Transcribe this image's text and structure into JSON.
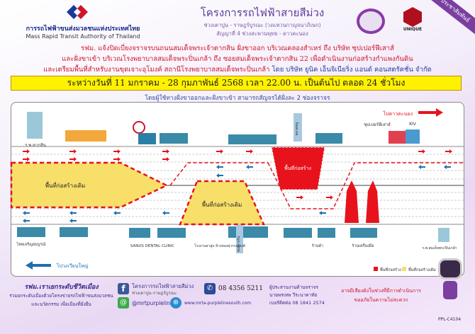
{
  "header": {
    "org_th": "การรถไฟฟ้าขนส่งมวลชนแห่งประเทศไทย",
    "org_en": "Mass Rapid Transit Authority of Thailand",
    "title": "โครงการรถไฟฟ้าสายสีม่วง",
    "subtitle1": "ช่วงเตาปูน - ราษฎร์บูรณะ (วงแหวนกาญจนาภิเษก)",
    "subtitle2": "สัญญาที่ 4 ช่วงสะพานพุทธ - ดาวคะนอง",
    "partner_logo": "UNIQUE",
    "corner_badge": "ประชาสัมพันธ์"
  },
  "notice": {
    "line1": "รฟม. แจ้งปิดเบี่ยงจราจรบนถนนสมเด็จพระเจ้าตากสิน ฝั่งขาออก บริเวณคลองสำเหร่ ถึง บริษัท ซุปเปอร์ฟีเสาส์",
    "line2": "และฝั่งขาเข้า บริเวณโรงพยาบาลสมเด็จพระปิ่นเกล้า ถึง ซอยสมเด็จพระเจ้าตากสิน 22 เพื่อดำเนินงานก่อสร้างกำแพงกันดิน",
    "line3a": "และเตรียมพื้นที่สำหรับงานขุดเจาะอุโมงค์ สถานีโรงพยาบาลสมเด็จพระปิ่นเกล้า",
    "line3b": " โดย บริษัท ยูนิค เอ็นจิเนียริ่ง แอนด์ คอนสตรัคชั่น จำกัด",
    "period": "ระหว่างวันที่ 11 มกราคม - 28 กุมภาพันธ์ 2568 เวลา 22.00 น. เป็นต้นไป ตลอด 24 ชั่วโมง",
    "sub": "โดยผู้ใช้ทางฝั่งขาออกและฝั่งขาเข้า สามารถสัญจรได้ฝั่งละ 2 ช่องจราจร"
  },
  "diagram": {
    "to_dao_khanong": "ไปดาวคะนอง",
    "to_wongwian_yai": "ไปวงเวียนใหญ่",
    "existing_area": "พื้นที่ก่อสร้างเดิม",
    "new_area": "พื้นที่ก่อสร้าง",
    "top_labels": [
      "ร.พ.ตากสิน",
      "ซุปเปอร์ฟีเสาส์",
      "KIV",
      "ตลาดพลู"
    ],
    "bottom_labels": [
      "ไทยเจริญสมบูรณ์",
      "SANUS DENTAL CLINIC",
      "โรงงานยาสูบ ห้างทองสุวรรณสงค์",
      "ซอยตากสิน",
      "ร้านค้า",
      "ร้านเครื่องมือ",
      "ร.พ.สมเด็จพระปิ่นเกล้า"
    ],
    "legend": {
      "new": "พื้นที่ก่อสร้าง",
      "existing": "พื้นที่ก่อสร้างเดิม"
    },
    "colors": {
      "new": "#e8121c",
      "existing": "#f7df6a",
      "arrow_out": "#e8121c",
      "arrow_in": "#1e6fb0"
    }
  },
  "footer": {
    "slogan1": "รฟม.เราเยกระดับชีวิตเมือง",
    "slogan2": "ร่วมยกระดับเมืองด้วยโครงข่ายรถไฟฟ้าขนส่งมวลชน",
    "slogan3": "และนวัตกรรม เพื่อเมืองที่ยั่งยืน",
    "facebook": "โครงการรถไฟฟ้าสายสีม่วง",
    "facebook_sub": "ช่วงเตาปูน-ราษฎร์บูรณะ",
    "phone": "08 4356 5211",
    "line_id": "@mrtpurpleline",
    "website": "www.mrta-purplelinesouth.com",
    "coordinator1": "ผู้ประสานงานด้านจราจร",
    "coordinator2": "นายพรเทพ วีระนาคาทัย",
    "coordinator3": "เบอร์ติดต่อ 08 1841 2574",
    "apology1": "อาจมีเสียงดังในช่วงที่มีการดำเนินการ",
    "apology2": "ขออภัยในความไม่สะดวก",
    "code": "PPL-C4104"
  }
}
